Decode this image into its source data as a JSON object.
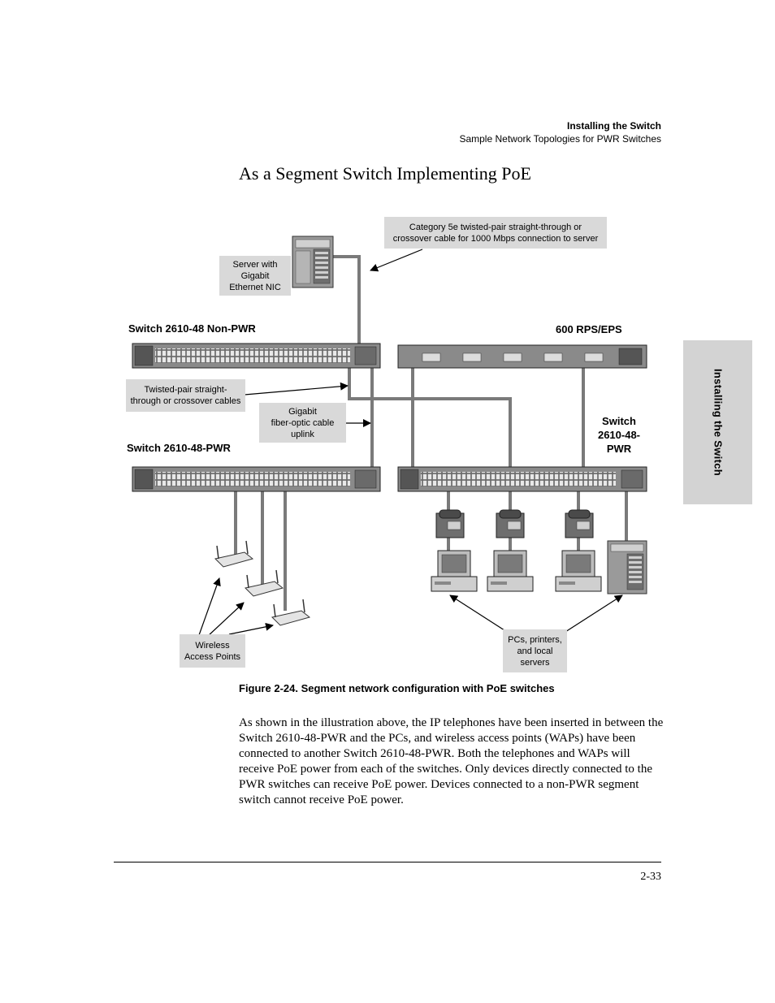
{
  "header": {
    "chapter": "Installing the Switch",
    "section": "Sample Network Topologies for PWR Switches"
  },
  "section_title": "As a Segment Switch Implementing PoE",
  "side_tab": {
    "label": "Installing the Switch"
  },
  "diagram": {
    "callouts": {
      "cable_cat5e": "Category 5e twisted-pair straight-through or\ncrossover cable for 1000 Mbps connection to server",
      "server_nic": "Server with\nGigabit\nEthernet NIC",
      "twisted_pair": "Twisted-pair straight-\nthrough or crossover cables",
      "fiber_uplink": "Gigabit\nfiber-optic cable\nuplink",
      "wireless_aps": "Wireless\nAccess Points",
      "pcs_printers": "PCs, printers,\nand local\nservers"
    },
    "device_labels": {
      "switch_non_pwr": "Switch 2610-48 Non-PWR",
      "rps_eps": "600 RPS/EPS",
      "switch_pwr_left": "Switch 2610-48-PWR",
      "switch_pwr_right": "Switch\n2610-48-\nPWR"
    },
    "colors": {
      "cable": "#7a7a7a",
      "switch": "#8a8a8a",
      "callout": "#d9d9d9"
    }
  },
  "figure_caption": "Figure 2-24.  Segment network configuration with PoE switches",
  "body_paragraph": "As shown in the illustration above, the IP telephones have been inserted in between the Switch 2610-48-PWR and the PCs, and wireless access points (WAPs) have been connected to another Switch 2610-48-PWR. Both the telephones and WAPs will receive PoE power from each of the switches. Only devices directly connected to the PWR switches can receive PoE power. Devices connected to a non-PWR segment switch cannot receive PoE power.",
  "page_number": "2-33"
}
